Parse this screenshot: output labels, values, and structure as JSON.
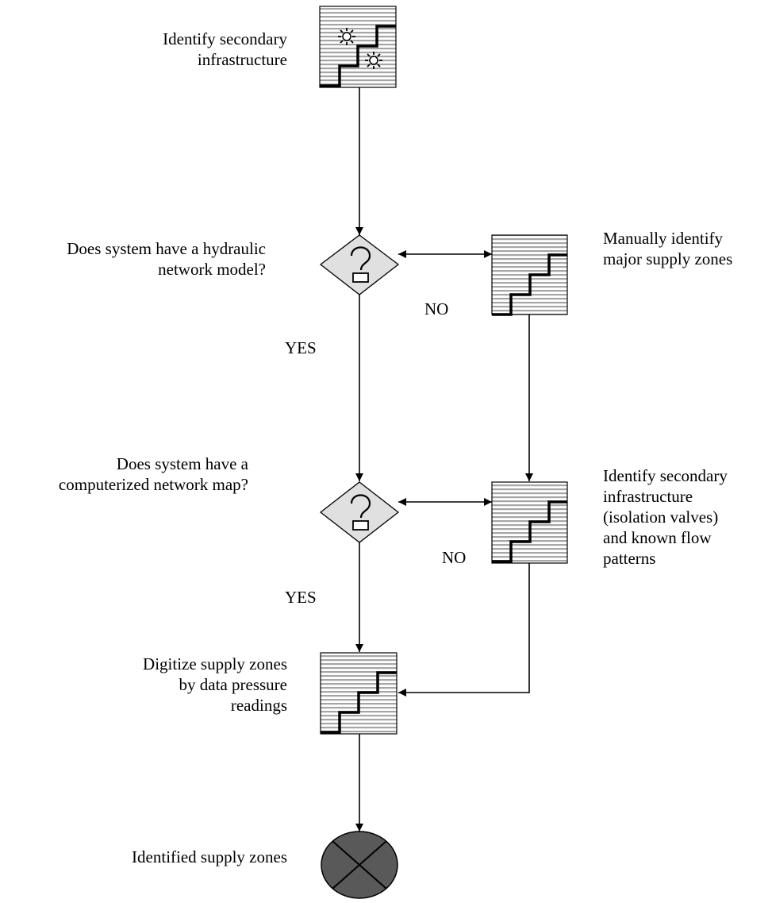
{
  "nodes": {
    "identify_secondary": {
      "label_lines": [
        "Identify secondary",
        "infrastructure"
      ]
    },
    "hydraulic_question": {
      "label_lines": [
        "Does system have a hydraulic",
        "network model?"
      ]
    },
    "manual_zones": {
      "label_lines": [
        "Manually identify",
        "major supply zones"
      ]
    },
    "network_map_question": {
      "label_lines": [
        "Does system have  a",
        "computerized network map?"
      ]
    },
    "secondary_flow": {
      "label_lines": [
        "Identify secondary",
        "infrastructure",
        "(isolation valves)",
        "and known flow",
        "patterns"
      ]
    },
    "digitize": {
      "label_lines": [
        "Digitize supply zones",
        "by data pressure",
        "readings"
      ]
    },
    "identified": {
      "label_lines": [
        "Identified supply zones"
      ]
    }
  },
  "edges": {
    "no_1": "NO",
    "yes_1": "YES",
    "no_2": "NO",
    "yes_2": "YES"
  },
  "colors": {
    "stripe": "#a6a6a6",
    "box_bg": "#ffffff",
    "diamond_fill": "#e0e0e0",
    "terminal_fill": "#595959",
    "line": "#000000"
  }
}
